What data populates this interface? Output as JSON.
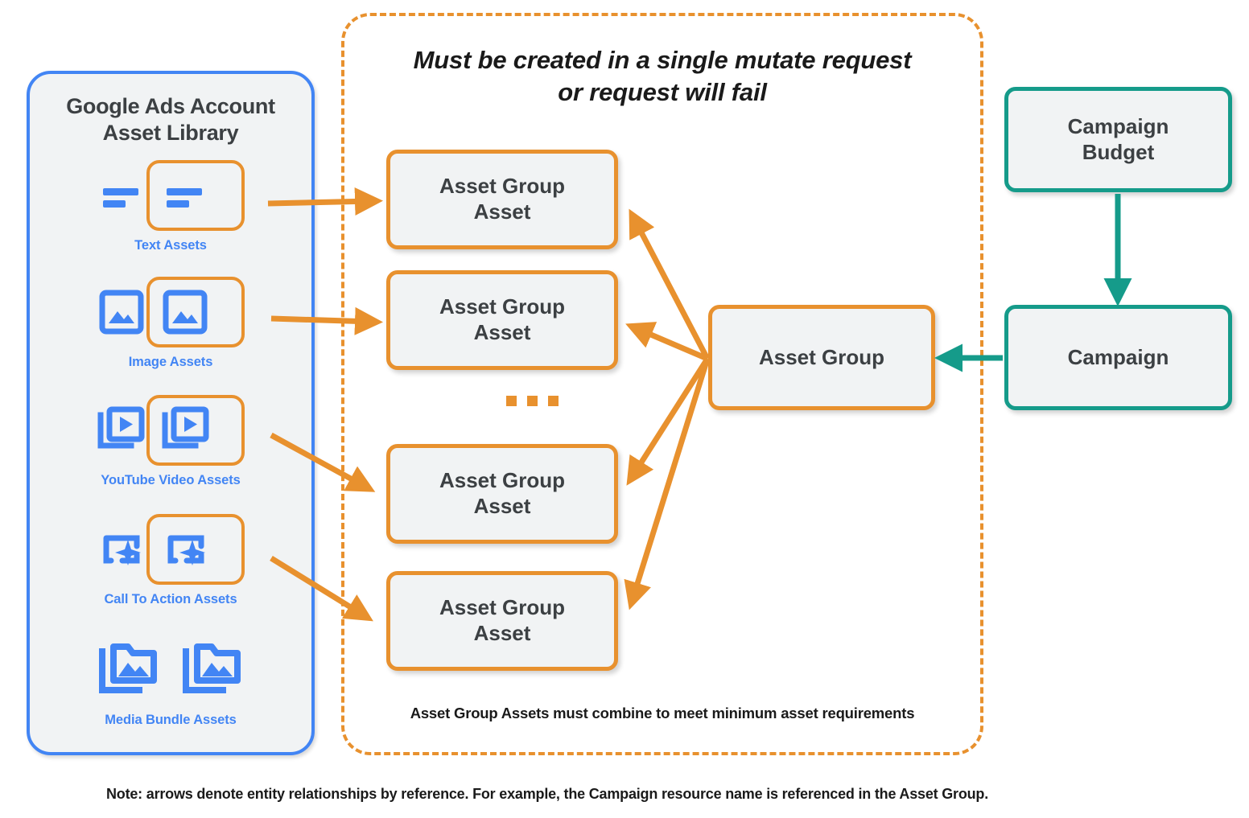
{
  "colors": {
    "orange": "#e8912e",
    "blue": "#4285f4",
    "teal": "#159b8a",
    "node_fill": "#f1f3f4",
    "text_dark": "#3c4043",
    "text_black": "#1a1a1a"
  },
  "library": {
    "title_line1": "Google Ads Account",
    "title_line2": "Asset Library",
    "assets": [
      {
        "label": "Text Assets",
        "icon": "text-lines-icon",
        "highlighted": true
      },
      {
        "label": "Image Assets",
        "icon": "image-icon",
        "highlighted": true
      },
      {
        "label": "YouTube Video  Assets",
        "icon": "video-stack-icon",
        "highlighted": true
      },
      {
        "label": "Call To Action Assets",
        "icon": "call-to-action-sparkle-icon",
        "highlighted": true
      },
      {
        "label": "Media Bundle  Assets",
        "icon": "media-bundle-folder-icon",
        "highlighted": false
      }
    ]
  },
  "mutate_container": {
    "title_line1": "Must be created in a single mutate request",
    "title_line2": "or request will fail",
    "bottom_note": "Asset Group Assets must combine to meet minimum asset requirements"
  },
  "nodes": {
    "asset_group_assets": [
      {
        "line1": "Asset Group",
        "line2": "Asset"
      },
      {
        "line1": "Asset Group",
        "line2": "Asset"
      },
      {
        "line1": "Asset Group",
        "line2": "Asset"
      },
      {
        "line1": "Asset Group",
        "line2": "Asset"
      }
    ],
    "ellipsis": "...",
    "asset_group": "Asset Group",
    "campaign_budget_line1": "Campaign",
    "campaign_budget_line2": "Budget",
    "campaign": "Campaign"
  },
  "footer": {
    "note": "Note: arrows denote entity relationships by reference. For example, the Campaign resource name is referenced in the Asset Group."
  }
}
